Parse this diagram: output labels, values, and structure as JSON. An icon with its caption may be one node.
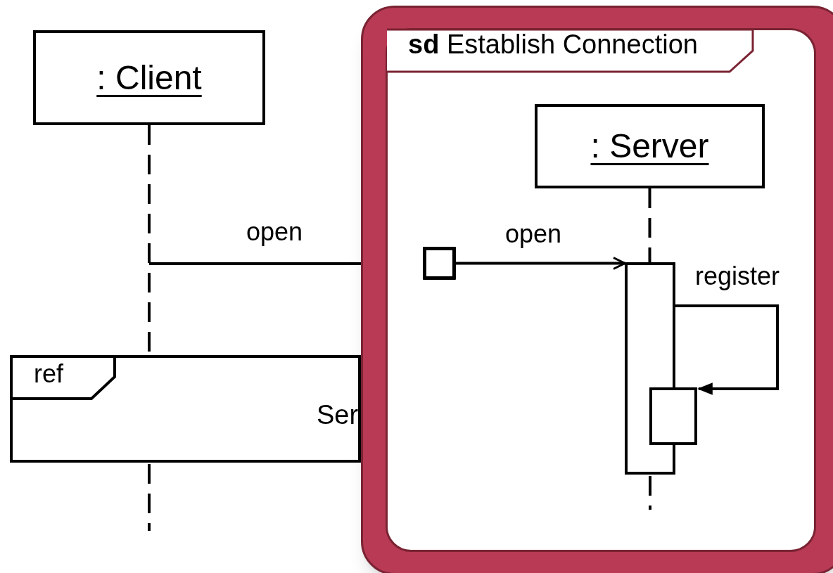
{
  "diagram": {
    "nodes": [
      {
        "text": [
          ": Client"
        ]
      },
      {
        "text": [
          "ref",
          "Ser"
        ]
      },
      {
        "text": [
          "**sd** Establish Connection"
        ]
      },
      {
        "text": [
          ": Server"
        ],
        "in": 2
      },
      {
        "text": [],
        "shape": "box",
        "in": 2
      },
      {
        "text": [],
        "shape": "bar",
        "in": 2
      },
      {
        "text": [],
        "shape": "bar",
        "in": 2
      }
    ],
    "edges": [
      {
        "from": 0,
        "to": 1,
        "arrow": "none",
        "style": "dashed"
      },
      {
        "from": 3,
        "to": 5,
        "arrow": "none",
        "style": "dashed"
      },
      {
        "from": 4,
        "to": 5,
        "arrow": "to",
        "label": "open"
      },
      {
        "from": 5,
        "to": 6,
        "arrow": "to",
        "label": "register"
      }
    ],
    "labels": [
      "open"
    ]
  }
}
